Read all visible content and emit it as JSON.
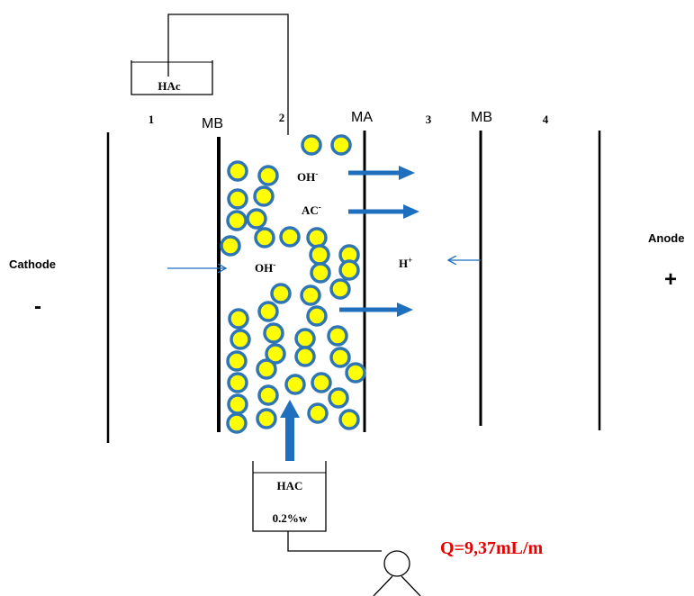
{
  "labels": {
    "hac_top": "HAc",
    "hac_bottom_1": "HAC",
    "hac_bottom_2": "0.2%w",
    "compartment_1": "1",
    "compartment_2": "2",
    "compartment_3": "3",
    "compartment_4": "4",
    "membrane_mb_left": "MB",
    "membrane_ma": "MA",
    "membrane_mb_right": "MB",
    "cathode": "Cathode",
    "cathode_sign": "-",
    "anode": "Anode",
    "anode_sign": "+",
    "oh_top_base": "OH",
    "oh_top_sup": "-",
    "ac_base": "AC",
    "ac_sup": "-",
    "oh_mid_base": "OH",
    "oh_mid_sup": "-",
    "h_base": "H",
    "h_sup": "+",
    "flow_rate": "Q=9,37mL/m"
  },
  "colors": {
    "line": "#000000",
    "arrow": "#1f6fbf",
    "bead_fill": "#ffff00",
    "bead_stroke": "#2e75b6",
    "flow_rate_text": "#e60000"
  }
}
